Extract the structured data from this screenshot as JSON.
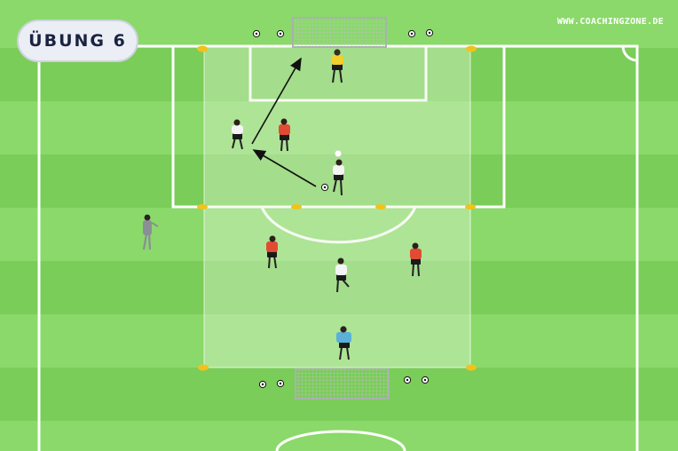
{
  "exercise": {
    "label": "ÜBUNG 6"
  },
  "brand": {
    "label": "WWW.COACHINGZONE.DE"
  },
  "colors": {
    "stripe_light": "#8ad96a",
    "stripe_dark": "#7acd58",
    "lines": "#ffffff",
    "zone": "#e9f6e0",
    "cone": "#f2c21b",
    "team_white": "#f4f4f4",
    "team_red": "#e24b33",
    "keeper_top": "#f1cf2c",
    "keeper_bottom": "#5ab0d6",
    "coach": "#8a8f96",
    "arrow": "#111111"
  },
  "players": [
    {
      "role": "keeper-top"
    },
    {
      "role": "attacker-white-left"
    },
    {
      "role": "defender-red-top"
    },
    {
      "role": "attacker-white-ball"
    },
    {
      "role": "defender-red-left"
    },
    {
      "role": "attacker-white-center"
    },
    {
      "role": "defender-red-right"
    },
    {
      "role": "keeper-bottom"
    },
    {
      "role": "coach"
    }
  ],
  "arrows": [
    {
      "name": "pass-arrow"
    },
    {
      "name": "run-arrow"
    }
  ]
}
